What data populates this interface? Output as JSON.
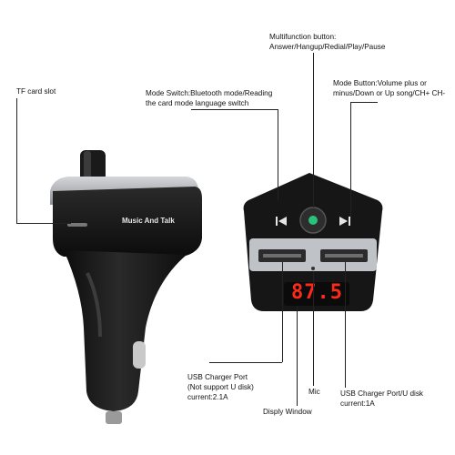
{
  "labels": {
    "tf_card_slot": "TF card slot",
    "mode_switch_line1": "Mode Switch:Bluetooth mode/Reading",
    "mode_switch_line2": "the card mode language switch",
    "multifunction_line1": "Multifunction  button:",
    "multifunction_line2": "Answer/Hangup/Redial/Play/Pause",
    "mode_button_line1": "Mode Button:Volume plus or",
    "mode_button_line2": "minus/Down or Up song/CH+ CH-",
    "usb_port_left_line1": "USB Charger  Port",
    "usb_port_left_line2": "(Not support U disk)",
    "usb_port_left_line3": "current:2.1A",
    "mic": "Mic",
    "display_window": "Disply Window",
    "usb_port_right_line1": "USB Charger  Port/U disk",
    "usb_port_right_line2": "current:1A"
  },
  "device": {
    "side_label": "Music And Talk",
    "display_reading": "87.5",
    "prev_icon": "skip-back-icon",
    "next_icon": "skip-forward-icon"
  },
  "colors": {
    "body": "#1b1b1b",
    "trim": "#b9bcc0",
    "display_red": "#ff2a1a",
    "knob_green": "#29c27a"
  }
}
